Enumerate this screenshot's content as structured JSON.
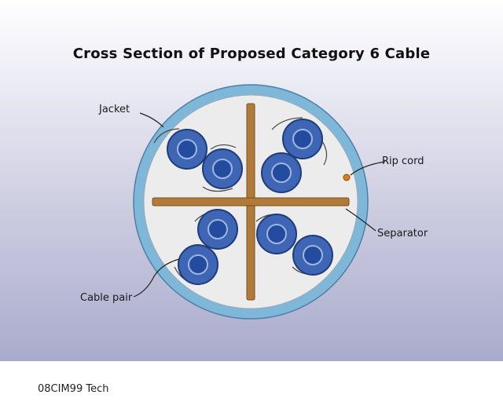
{
  "title": "Cross Section of Proposed Category 6 Cable",
  "labels": {
    "jacket": "Jacket",
    "rip_cord": "Rip cord",
    "separator": "Separator",
    "cable_pair": "Cable pair"
  },
  "footer": "08CIM99 Tech",
  "colors": {
    "jacket": "#7fb7d9",
    "core": "#ececec",
    "separator": "#b07a3a",
    "pair_outer": "#3f66b4",
    "pair_inner": "#234b9e",
    "rip_cord": "#e07a1a"
  }
}
